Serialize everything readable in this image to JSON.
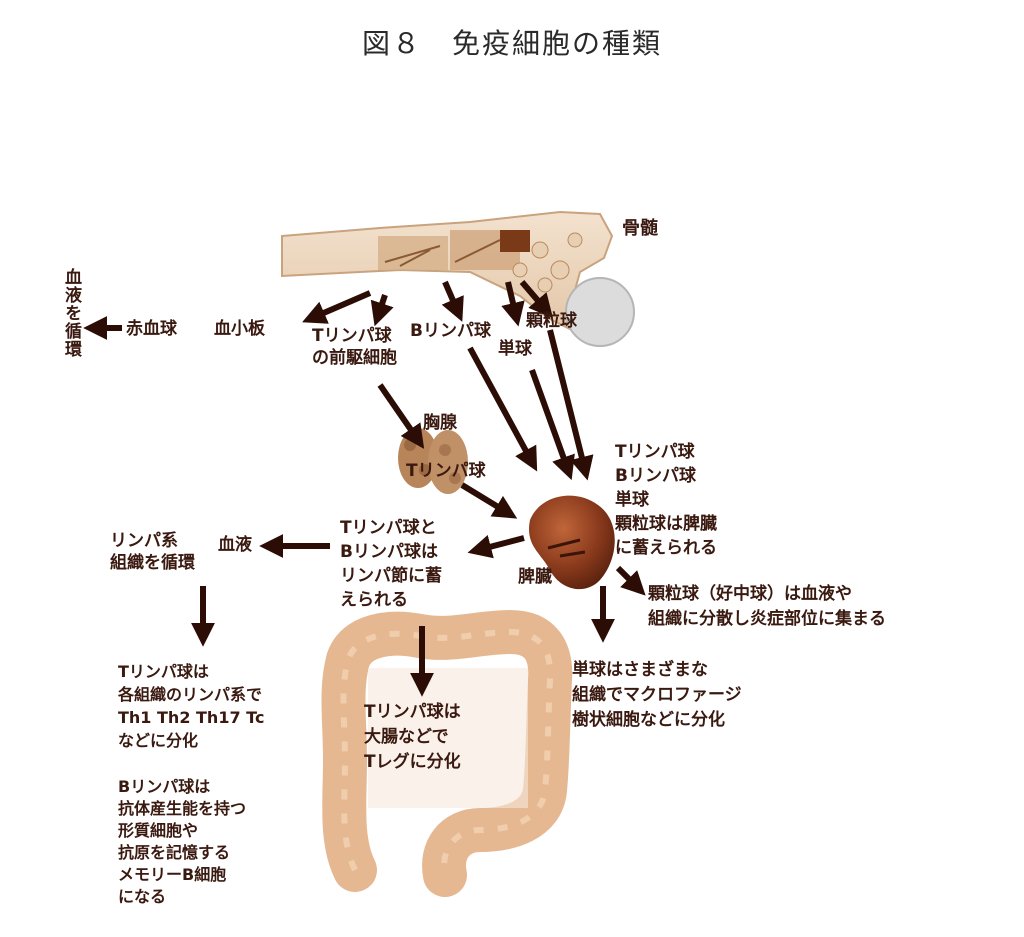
{
  "title": "図８　免疫細胞の種類",
  "labels": {
    "bone_marrow": "骨髄",
    "circulate_blood": "血液を循環",
    "rbc": "赤血球",
    "platelet": "血小板",
    "t_precursor": [
      "Tリンパ球",
      "の前駆細胞"
    ],
    "b_lymph": "Bリンパ球",
    "monocyte": "単球",
    "granulocyte": "顆粒球",
    "thymus": "胸腺",
    "thymus_t": "Tリンパ球",
    "spleen": "脾臓",
    "spleen_store": [
      "Tリンパ球",
      "Bリンパ球",
      "単球",
      "顆粒球は脾臓",
      "に蓄えられる"
    ],
    "lymph_node": [
      "Tリンパ球と",
      "Bリンパ球は",
      "リンパ節に蓄",
      "えられる"
    ],
    "blood": "血液",
    "lymph_system": [
      "リンパ系",
      "組織を循環"
    ],
    "neutrophil": [
      "顆粒球（好中球）は血液や",
      "組織に分散し炎症部位に集まる"
    ],
    "monocyte_diff": [
      "単球はさまざまな",
      "組織でマクロファージ",
      "樹状細胞などに分化"
    ],
    "t_diff": [
      "Tリンパ球は",
      "各組織のリンパ系で",
      "Th1 Th2 Th17 Tc",
      "などに分化"
    ],
    "b_diff": [
      "Bリンパ球は",
      "抗体産生能を持つ",
      "形質細胞や",
      "抗原を記憶する",
      "メモリーB細胞",
      "になる"
    ],
    "colon": [
      "Tリンパ球は",
      "大腸などで",
      "Tレグに分化"
    ]
  },
  "colors": {
    "arrow": "#2b0d06",
    "bone": "#d9b99a",
    "spleen": "#8a3a1c",
    "colon": "#e6b892",
    "thymus": "#b8855a"
  }
}
